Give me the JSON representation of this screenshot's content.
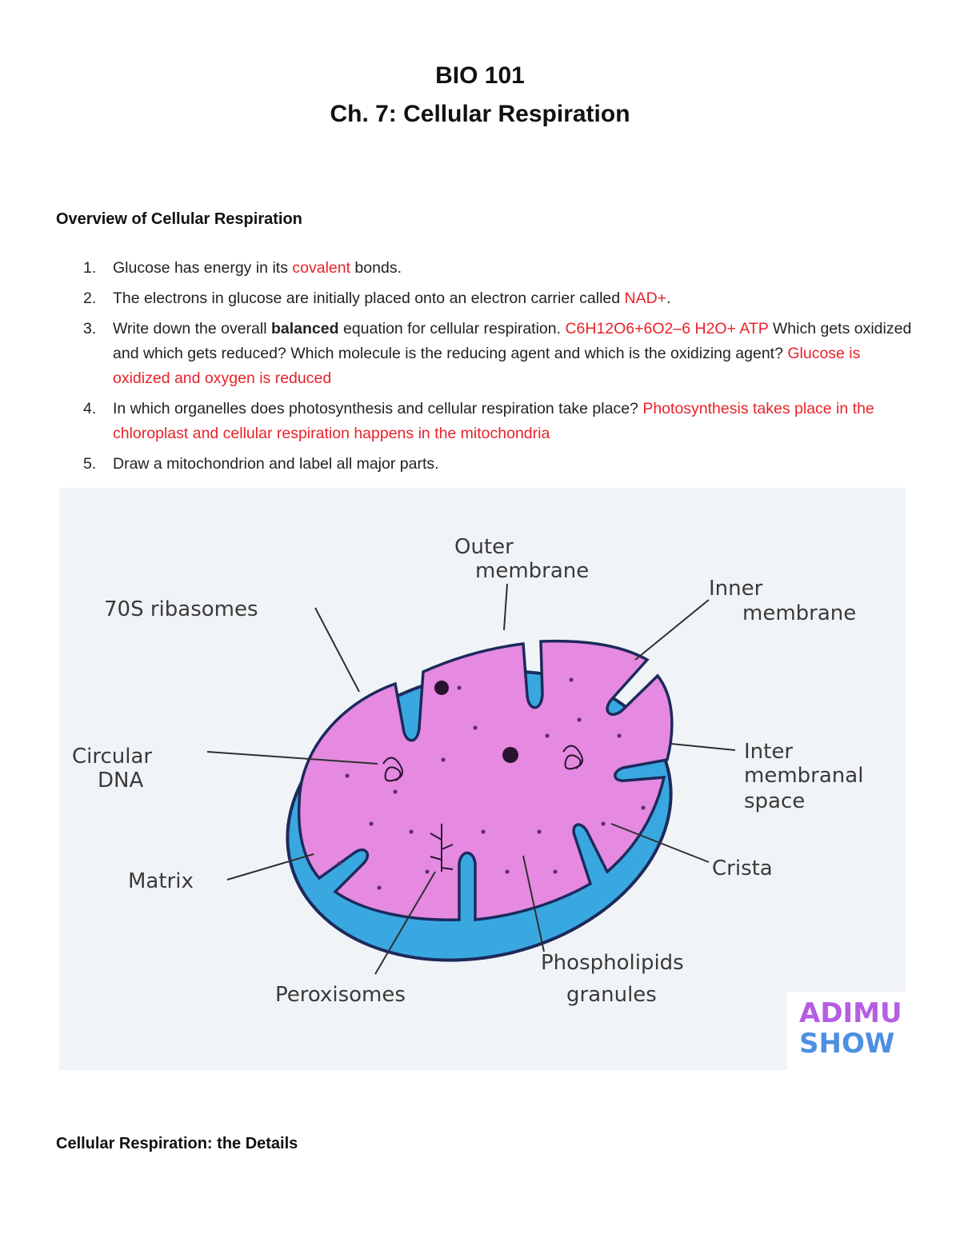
{
  "document": {
    "title": "BIO 101",
    "subtitle": "Ch. 7: Cellular Respiration",
    "section1_heading": "Overview of Cellular Respiration",
    "section2_heading": "Cellular Respiration: the Details"
  },
  "questions": [
    {
      "num": "1.",
      "parts": [
        {
          "text": "Glucose has energy in its ",
          "style": "plain"
        },
        {
          "text": "covalent",
          "style": "red"
        },
        {
          "text": " bonds.",
          "style": "plain"
        }
      ]
    },
    {
      "num": "2.",
      "parts": [
        {
          "text": "The electrons in glucose are initially placed onto an electron carrier called ",
          "style": "plain"
        },
        {
          "text": "NAD+",
          "style": "red"
        },
        {
          "text": ".",
          "style": "plain"
        }
      ]
    },
    {
      "num": "3.",
      "parts": [
        {
          "text": "Write down the overall ",
          "style": "plain"
        },
        {
          "text": "balanced",
          "style": "bold"
        },
        {
          "text": " equation for cellular respiration. ",
          "style": "plain"
        },
        {
          "text": "C6H12O6+6O2–6 H2O+ ATP",
          "style": "red"
        },
        {
          "text": " Which gets oxidized and which gets reduced?  Which molecule is the reducing agent and which is the oxidizing agent? ",
          "style": "plain"
        },
        {
          "text": "Glucose is oxidized and oxygen is reduced",
          "style": "red"
        }
      ]
    },
    {
      "num": "4.",
      "parts": [
        {
          "text": "In which organelles does photosynthesis and cellular respiration take place? ",
          "style": "plain"
        },
        {
          "text": "Photosynthesis takes place in the chloroplast and cellular respiration happens in the mitochondria",
          "style": "red"
        }
      ]
    },
    {
      "num": "5.",
      "parts": [
        {
          "text": "Draw a mitochondrion and label all major parts.",
          "style": "plain"
        }
      ]
    }
  ],
  "diagram": {
    "labels": {
      "outer_membrane": [
        "Outer",
        "membrane"
      ],
      "inner_membrane": [
        "Inner",
        "membrane"
      ],
      "ribosomes": "70S ribasomes",
      "circular_dna": [
        "Circular",
        "DNA"
      ],
      "intermembrane_space": [
        "Inter",
        "membranal",
        "space"
      ],
      "matrix": "Matrix",
      "crista": "Crista",
      "peroxisomes": "Peroxisomes",
      "phospholipids": [
        "Phospholipids",
        "granules"
      ]
    },
    "colors": {
      "outer_blue": "#3aa8e0",
      "matrix_pink": "#e58ae0",
      "outline": "#1c2a5c"
    }
  },
  "watermark": {
    "line1": "ADIMU",
    "line2": "SHOW"
  }
}
